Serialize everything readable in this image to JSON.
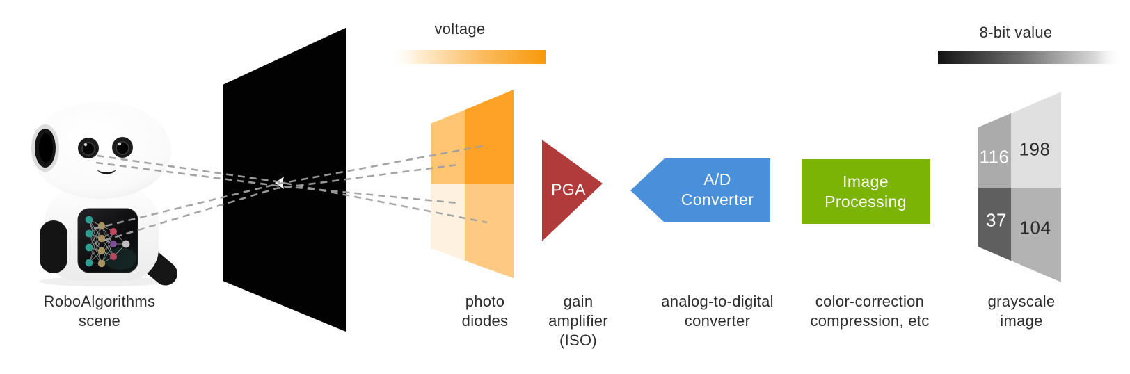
{
  "diagram": {
    "scene": {
      "label_line1": "RoboAlgorithms",
      "label_line2": "scene"
    },
    "voltage_scale": {
      "label": "voltage"
    },
    "photo_diodes": {
      "label_line1": "photo",
      "label_line2": "diodes"
    },
    "gain_amplifier": {
      "block_label": "PGA",
      "label_line1": "gain",
      "label_line2": "amplifier",
      "label_line3": "(ISO)"
    },
    "ad_converter": {
      "block_line1": "A/D",
      "block_line2": "Converter",
      "label_line1": "analog-to-digital",
      "label_line2": "converter"
    },
    "image_processing": {
      "block_line1": "Image",
      "block_line2": "Processing",
      "label_line1": "color-correction",
      "label_line2": "compression, etc"
    },
    "bit_scale": {
      "label": "8-bit value"
    },
    "grayscale_image": {
      "label_line1": "grayscale",
      "label_line2": "image",
      "values": {
        "top_left": "116",
        "top_right": "198",
        "bottom_left": "37",
        "bottom_right": "104"
      }
    }
  },
  "colors": {
    "scene_panel": "#020202",
    "pga_red": "#B13A3A",
    "adc_blue": "#4A8FDA",
    "processing_green": "#7CB405",
    "voltage_orange": "#F8990B",
    "ray_gray": "#9E9E9E",
    "photodiode": {
      "top_left": "#FFC573",
      "top_right": "#FDA127",
      "bottom_left": "#FFF1E0",
      "bottom_right": "#FEC983"
    },
    "grayscale": {
      "top_left": "#ABABAB",
      "top_right": "#E0E0E0",
      "bottom_left": "#5F5F5F",
      "bottom_right": "#B3B3B3"
    }
  }
}
